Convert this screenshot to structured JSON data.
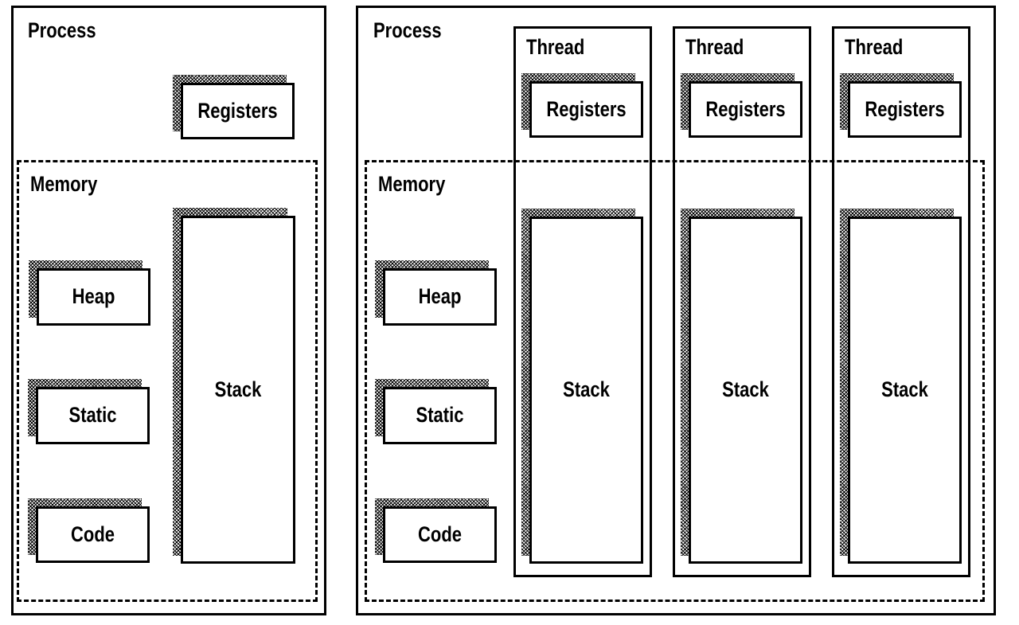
{
  "colors": {
    "ink": "#000000",
    "paper": "#ffffff"
  },
  "left_process": {
    "title": "Process",
    "registers_label": "Registers",
    "memory_title": "Memory",
    "heap_label": "Heap",
    "static_label": "Static",
    "code_label": "Code",
    "stack_label": "Stack"
  },
  "right_process": {
    "title": "Process",
    "memory_title": "Memory",
    "heap_label": "Heap",
    "static_label": "Static",
    "code_label": "Code",
    "threads": [
      {
        "title": "Thread",
        "registers_label": "Registers",
        "stack_label": "Stack"
      },
      {
        "title": "Thread",
        "registers_label": "Registers",
        "stack_label": "Stack"
      },
      {
        "title": "Thread",
        "registers_label": "Registers",
        "stack_label": "Stack"
      }
    ]
  }
}
